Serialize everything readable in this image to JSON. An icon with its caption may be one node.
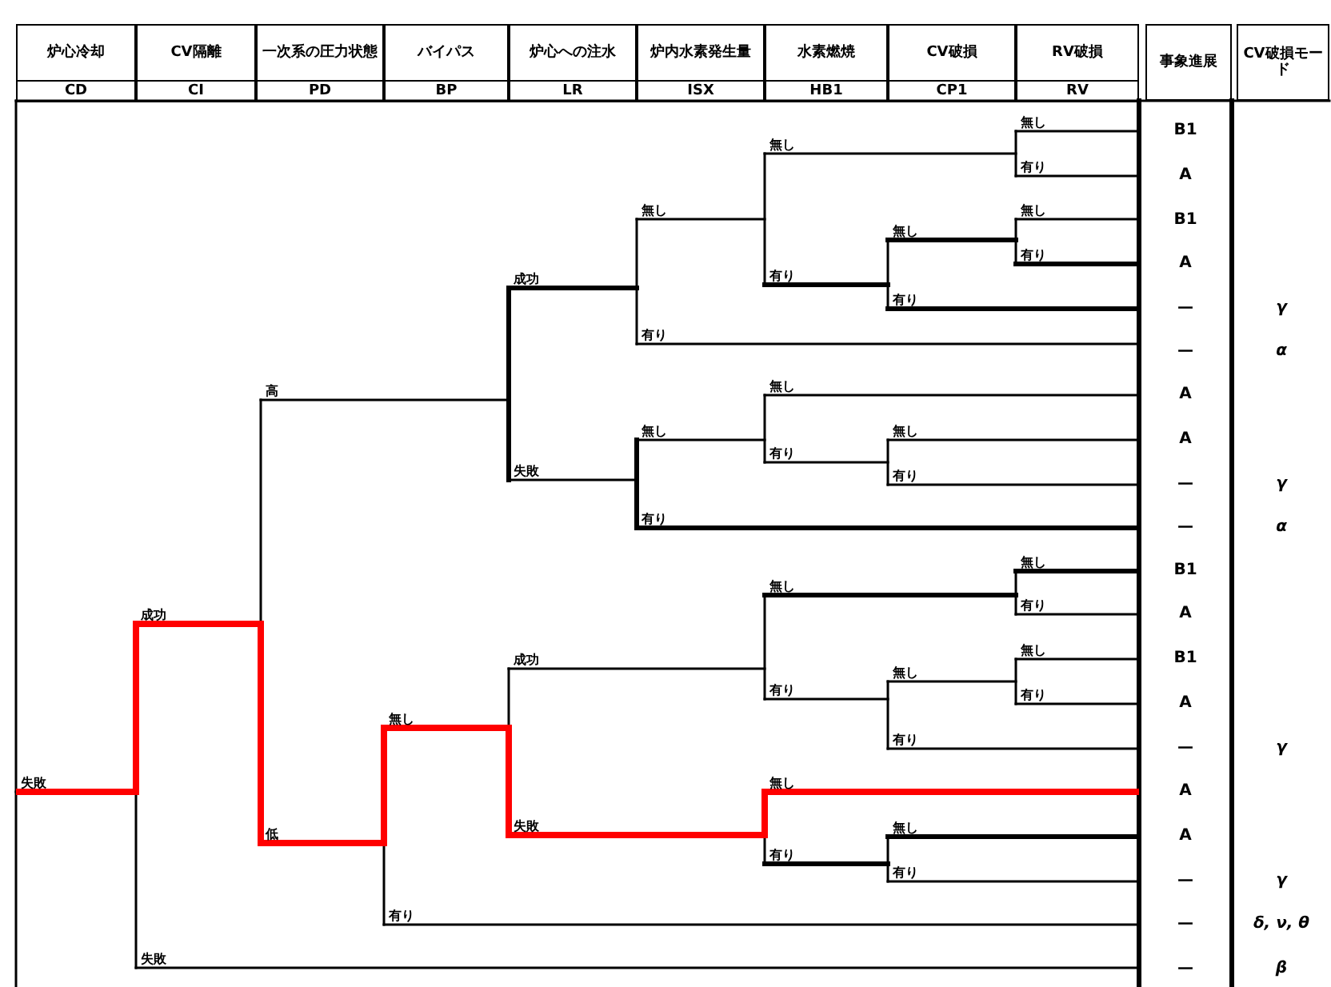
{
  "diagram": {
    "labels": [
      "炉心冷却",
      "CV隔離",
      "一次系の圧力状態",
      "バイパス",
      "炉心への注水",
      "炉内水素発生量",
      "水素燃焼",
      "CV破損",
      "RV破損",
      "事象進展",
      "CV破損モード",
      "CD",
      "CI",
      "PD",
      "BP",
      "LR",
      "ISX",
      "HB1",
      "CP1",
      "RV",
      "無し",
      "無し",
      "有り",
      "無し",
      "無し",
      "無し",
      "有り",
      "成功",
      "有り",
      "有り",
      "有り",
      "高",
      "無し",
      "無し",
      "無し",
      "有り",
      "失敗",
      "有り",
      "有り",
      "無し",
      "無し",
      "有り",
      "成功",
      "無し",
      "成功",
      "無し",
      "有り",
      "有り",
      "無し",
      "有り",
      "失敗",
      "無し",
      "低",
      "失敗",
      "無し",
      "有り",
      "有り",
      "有り",
      "失敗",
      "B1",
      "A",
      "B1",
      "A",
      "—",
      "—",
      "A",
      "A",
      "—",
      "—",
      "B1",
      "A",
      "B1",
      "A",
      "—",
      "A",
      "A",
      "—",
      "—",
      "—",
      "γ",
      "α",
      "γ",
      "α",
      "γ",
      "γ",
      "δ, ν, θ",
      "β"
    ]
  }
}
